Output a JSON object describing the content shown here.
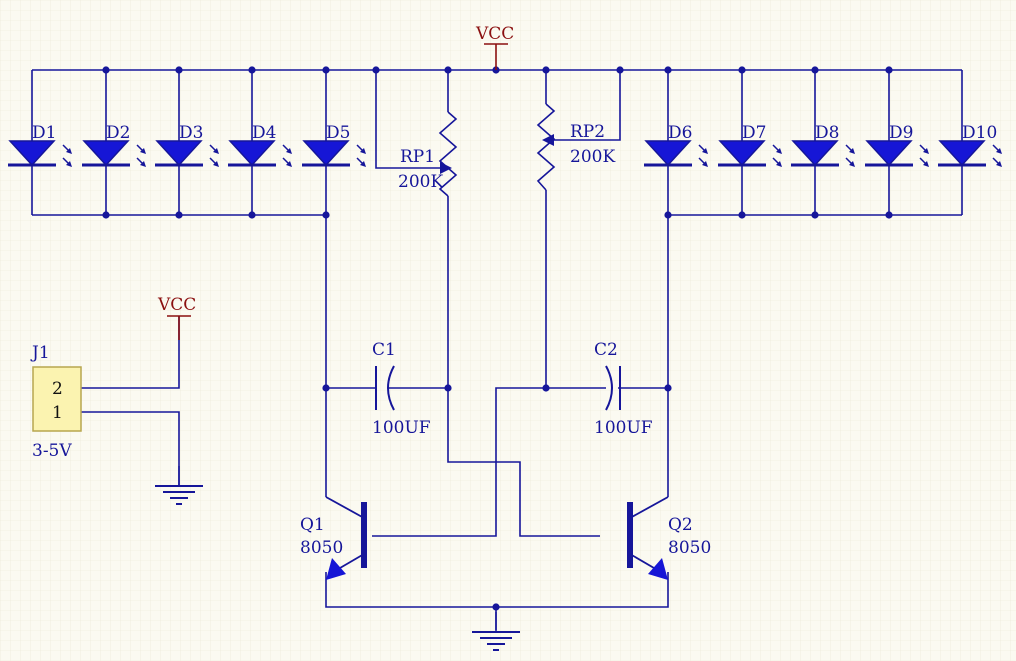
{
  "colors": {
    "background": "#fbfaf1",
    "grid": "#ebe8d6",
    "wire": "#16169a",
    "power": "#8b1010",
    "connector_fill": "#fbf3b0",
    "connector_border": "#b8a64f"
  },
  "power_labels": {
    "vcc_top": "VCC",
    "vcc_connector": "VCC"
  },
  "leds": [
    {
      "ref": "D1"
    },
    {
      "ref": "D2"
    },
    {
      "ref": "D3"
    },
    {
      "ref": "D4"
    },
    {
      "ref": "D5"
    },
    {
      "ref": "D6"
    },
    {
      "ref": "D7"
    },
    {
      "ref": "D8"
    },
    {
      "ref": "D9"
    },
    {
      "ref": "D10"
    }
  ],
  "resistors": [
    {
      "ref": "RP1",
      "value": "200K"
    },
    {
      "ref": "RP2",
      "value": "200K"
    }
  ],
  "capacitors": [
    {
      "ref": "C1",
      "value": "100UF"
    },
    {
      "ref": "C2",
      "value": "100UF"
    }
  ],
  "transistors": [
    {
      "ref": "Q1",
      "value": "8050"
    },
    {
      "ref": "Q2",
      "value": "8050"
    }
  ],
  "connector": {
    "ref": "J1",
    "value": "3-5V",
    "pins": [
      "2",
      "1"
    ]
  }
}
